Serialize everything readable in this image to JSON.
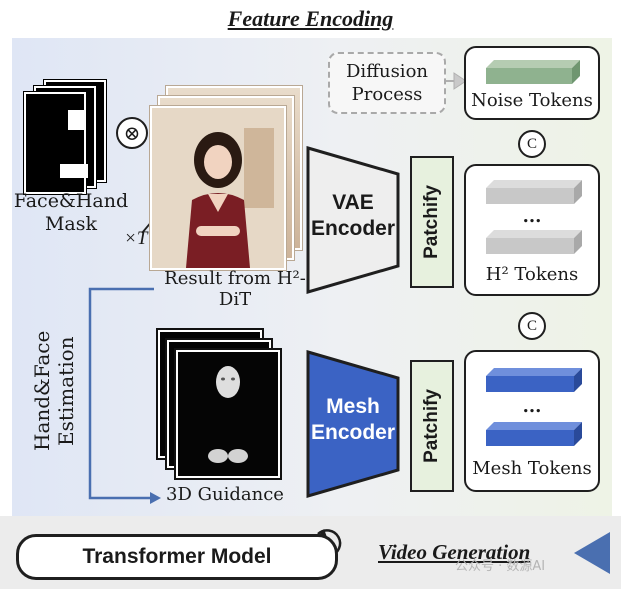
{
  "title": "Feature Encoding",
  "diffusion": {
    "label": "Diffusion Process"
  },
  "tokens": {
    "noise": "Noise Tokens",
    "h2": "H² Tokens",
    "mesh": "Mesh Tokens",
    "ellipsis": "..."
  },
  "concat_symbol": "C",
  "mask": {
    "multiply": "⊗",
    "label": "Face&Hand Mask"
  },
  "frames": {
    "times": "×T",
    "result": "Result from H²-DiT"
  },
  "encoders": {
    "vae": "VAE Encoder",
    "mesh": "Mesh Encoder",
    "patchify": "Patchify"
  },
  "estimation": "Hand&Face Estimation",
  "guidance": "3D Guidance",
  "transformer": "Transformer Model",
  "video_generation": "Video Generation",
  "watermark": "公众号 · 数源AI",
  "colors": {
    "vae_fill": "#eeeeee",
    "mesh_fill": "#3b63c4",
    "patch_fill": "#e7f1de",
    "noise_token": "#8fb28f",
    "h2_token": "#c8c8c8",
    "mesh_token": "#3b63c4",
    "guide_line": "#4a6fb0",
    "play_icon": "#4a6fb0"
  }
}
